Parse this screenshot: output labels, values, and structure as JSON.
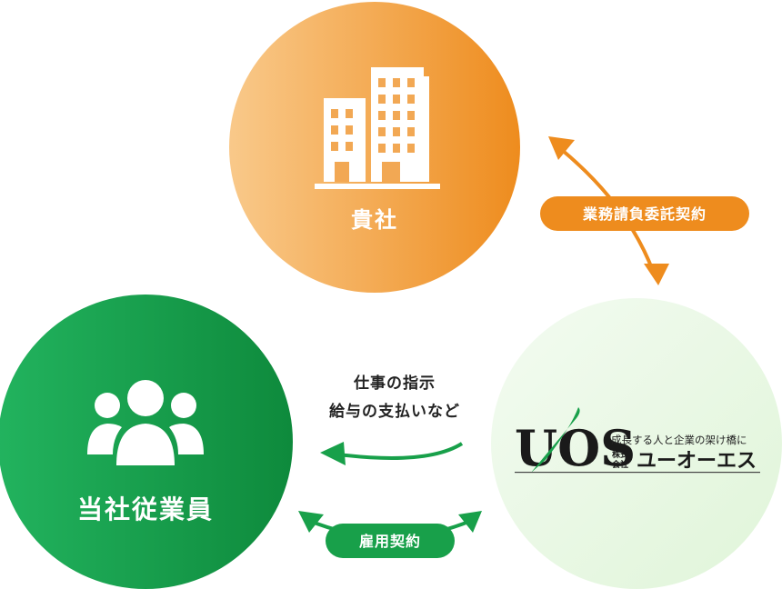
{
  "nodes": {
    "client": {
      "label": "貴社",
      "icon": "building-icon",
      "color_start": "#f9c98a",
      "color_end": "#ee8c1e"
    },
    "employees": {
      "label": "当社従業員",
      "icon": "people-icon",
      "color_start": "#22b35e",
      "color_end": "#0e8a3c"
    },
    "company": {
      "logo_text": "UOS",
      "tagline": "成長する人と企業の架け橋に",
      "kabushiki_line1": "株式",
      "kabushiki_line2": "会社",
      "name": "ユーオーエス",
      "color_start": "#f3fbf1",
      "color_end": "#e0f5d9"
    }
  },
  "edges": {
    "contract_client": {
      "label": "業務請負委託契約",
      "color": "#ee8c1e"
    },
    "instructions": {
      "line1": "仕事の指示",
      "line2": "給与の支払いなど",
      "color": "#18a04a"
    },
    "employment": {
      "label": "雇用契約",
      "color": "#18a04a"
    }
  }
}
